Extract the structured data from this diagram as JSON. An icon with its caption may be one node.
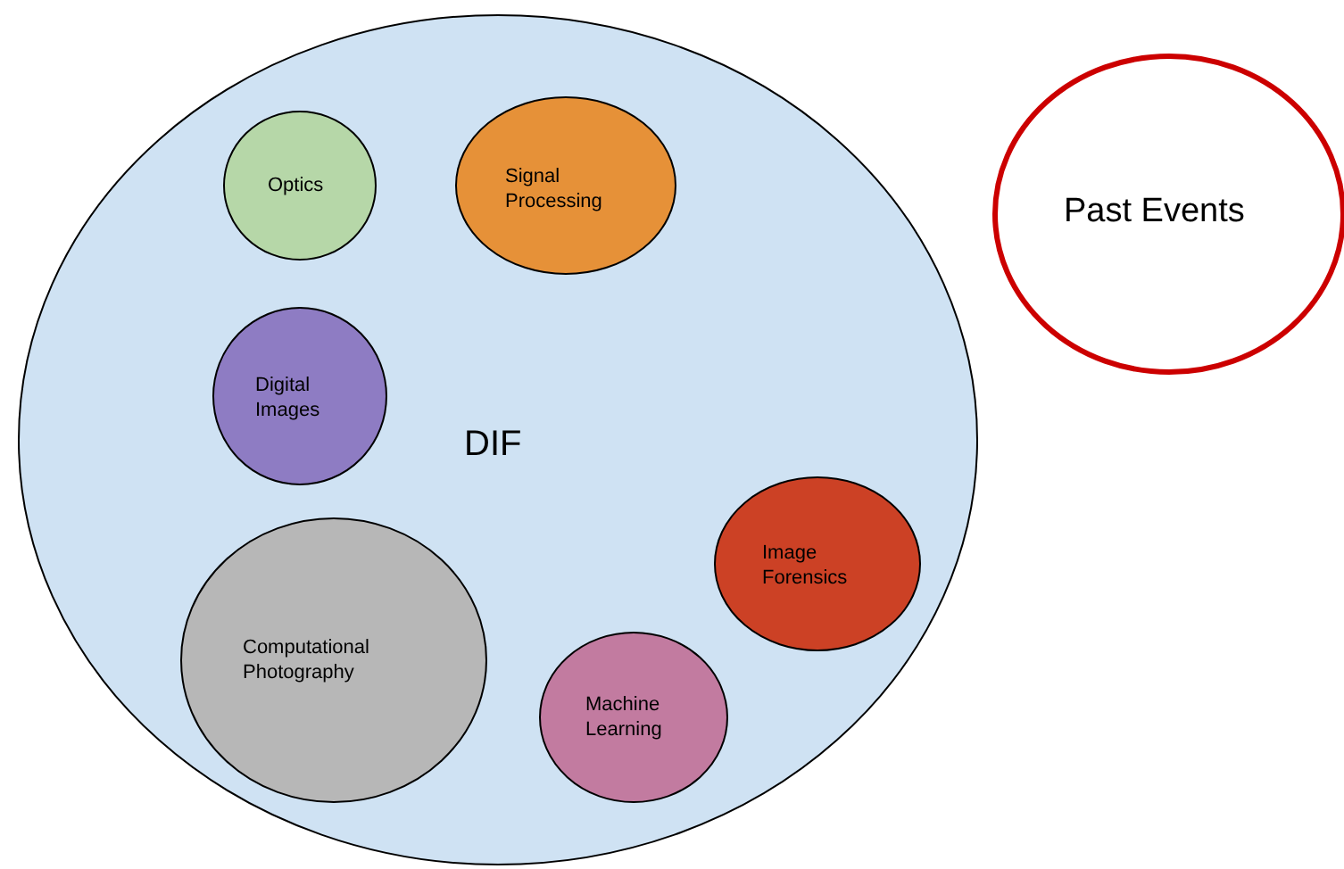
{
  "diagram": {
    "nodes": [
      {
        "text": [
          "DIF"
        ]
      },
      {
        "text": [
          "Optics"
        ],
        "in": 0
      },
      {
        "text": [
          "Signal Processing"
        ],
        "in": 0
      },
      {
        "text": [
          "Digital Images"
        ],
        "in": 0
      },
      {
        "text": [
          "Computational Photography"
        ],
        "in": 0
      },
      {
        "text": [
          "Image Forensics"
        ],
        "in": 0
      },
      {
        "text": [
          "Machine Learning"
        ],
        "in": 0
      },
      {
        "text": [
          "Past Events"
        ]
      }
    ],
    "edges": []
  }
}
